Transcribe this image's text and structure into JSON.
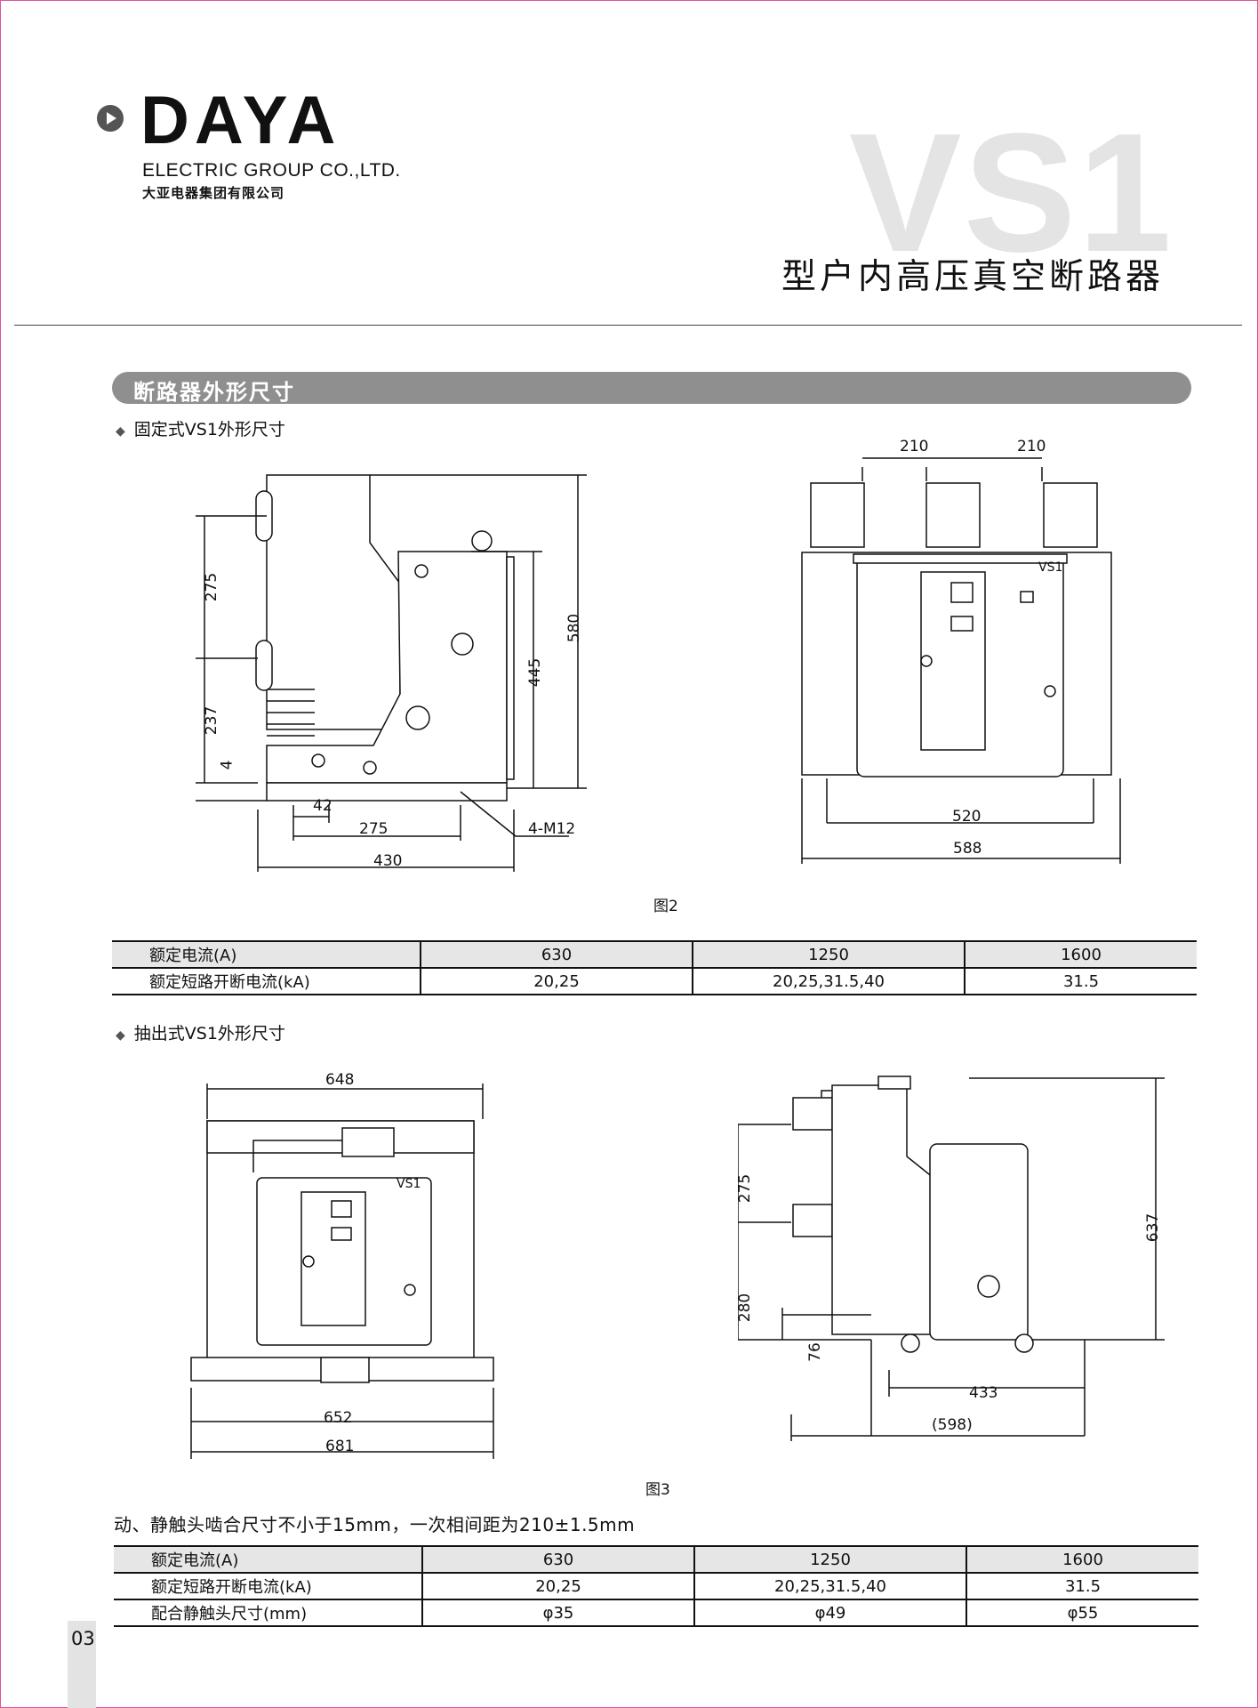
{
  "header": {
    "brand": "DAYA",
    "brand_sub": "ELECTRIC GROUP CO.,LTD.",
    "brand_cn": "大亚电器集团有限公司",
    "model": "VS1",
    "subtitle": "型户内高压真空断路器"
  },
  "section": {
    "title": "断路器外形尺寸"
  },
  "fixed": {
    "heading": "固定式VS1外形尺寸",
    "figure_label": "图2",
    "side_dims": [
      "275",
      "237",
      "4",
      "42",
      "275",
      "430",
      "445",
      "580",
      "4-M12"
    ],
    "front_dims": [
      "210",
      "210",
      "520",
      "588"
    ],
    "panel_label": "VS1",
    "table": {
      "columns": [
        "630",
        "1250",
        "1600"
      ],
      "rows": [
        {
          "label": "额定电流(A)",
          "values": [
            "630",
            "1250",
            "1600"
          ]
        },
        {
          "label": "额定短路开断电流(kA)",
          "values": [
            "20,25",
            "20,25,31.5,40",
            "31.5"
          ]
        }
      ]
    }
  },
  "drawout": {
    "heading": "抽出式VS1外形尺寸",
    "figure_label": "图3",
    "front_dims": [
      "648",
      "652",
      "681"
    ],
    "side_dims": [
      "275",
      "280",
      "76",
      "637",
      "433",
      "(598)"
    ],
    "panel_label": "VS1",
    "note": "动、静触头啮合尺寸不小于15mm，一次相间距为210±1.5mm",
    "table": {
      "rows": [
        {
          "label": "额定电流(A)",
          "values": [
            "630",
            "1250",
            "1600"
          ]
        },
        {
          "label": "额定短路开断电流(kA)",
          "values": [
            "20,25",
            "20,25,31.5,40",
            "31.5"
          ]
        },
        {
          "label": "配合静触头尺寸(mm)",
          "values": [
            "φ35",
            "φ49",
            "φ55"
          ]
        }
      ]
    }
  },
  "page_number": "03",
  "colors": {
    "frame": "#e0529a",
    "section_bar": "#8f8f8f",
    "model_watermark": "#e4e4e4"
  }
}
